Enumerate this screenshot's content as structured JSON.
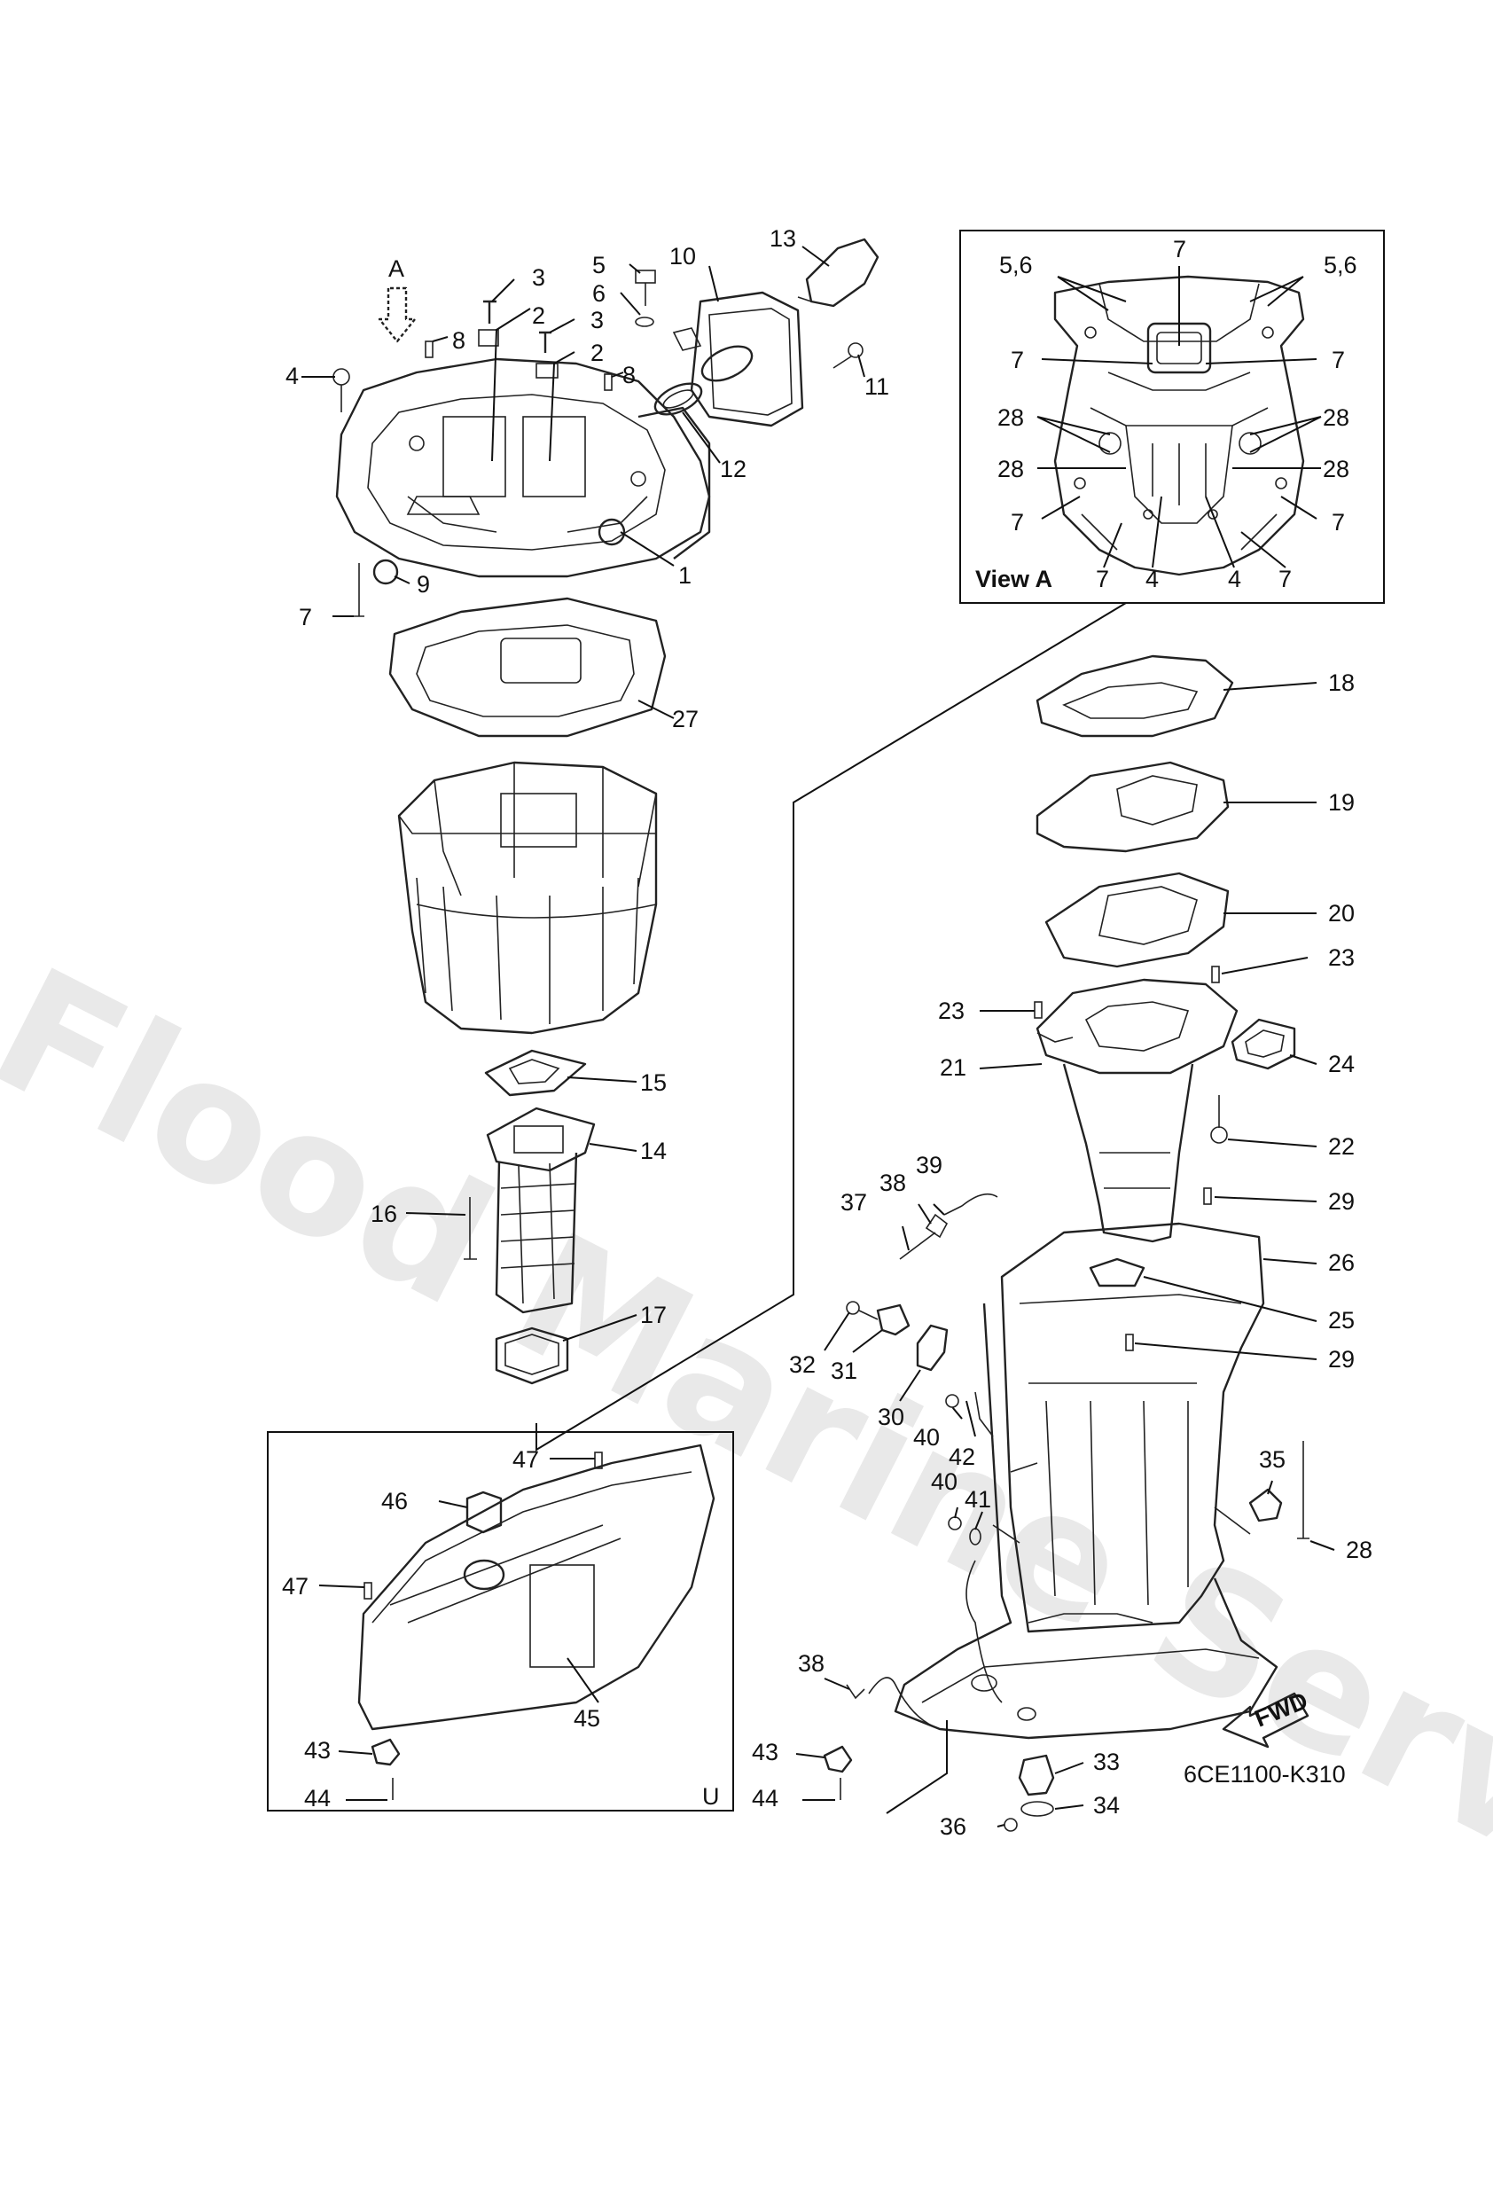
{
  "diagram": {
    "drawing_code": "6CE1100-K310",
    "watermark": "Flood Marine Services",
    "view_a_label": "View A",
    "arrow_a_label": "A",
    "fwd_label": "FWD",
    "box_u_label": "U"
  },
  "callouts": [
    {
      "id": "c1",
      "text": "1"
    },
    {
      "id": "c2a",
      "text": "2"
    },
    {
      "id": "c2b",
      "text": "2"
    },
    {
      "id": "c3a",
      "text": "3"
    },
    {
      "id": "c3b",
      "text": "3"
    },
    {
      "id": "c4",
      "text": "4"
    },
    {
      "id": "c5",
      "text": "5"
    },
    {
      "id": "c6",
      "text": "6"
    },
    {
      "id": "c7",
      "text": "7"
    },
    {
      "id": "c8a",
      "text": "8"
    },
    {
      "id": "c8b",
      "text": "8"
    },
    {
      "id": "c9",
      "text": "9"
    },
    {
      "id": "c10",
      "text": "10"
    },
    {
      "id": "c11",
      "text": "11"
    },
    {
      "id": "c12",
      "text": "12"
    },
    {
      "id": "c13",
      "text": "13"
    },
    {
      "id": "c14",
      "text": "14"
    },
    {
      "id": "c15",
      "text": "15"
    },
    {
      "id": "c16",
      "text": "16"
    },
    {
      "id": "c17",
      "text": "17"
    },
    {
      "id": "c18",
      "text": "18"
    },
    {
      "id": "c19",
      "text": "19"
    },
    {
      "id": "c20",
      "text": "20"
    },
    {
      "id": "c21",
      "text": "21"
    },
    {
      "id": "c22",
      "text": "22"
    },
    {
      "id": "c23a",
      "text": "23"
    },
    {
      "id": "c23b",
      "text": "23"
    },
    {
      "id": "c24",
      "text": "24"
    },
    {
      "id": "c25",
      "text": "25"
    },
    {
      "id": "c26",
      "text": "26"
    },
    {
      "id": "c27",
      "text": "27"
    },
    {
      "id": "c28",
      "text": "28"
    },
    {
      "id": "c29a",
      "text": "29"
    },
    {
      "id": "c29b",
      "text": "29"
    },
    {
      "id": "c30",
      "text": "30"
    },
    {
      "id": "c31",
      "text": "31"
    },
    {
      "id": "c32",
      "text": "32"
    },
    {
      "id": "c33",
      "text": "33"
    },
    {
      "id": "c34",
      "text": "34"
    },
    {
      "id": "c35",
      "text": "35"
    },
    {
      "id": "c36",
      "text": "36"
    },
    {
      "id": "c37",
      "text": "37"
    },
    {
      "id": "c38a",
      "text": "38"
    },
    {
      "id": "c38b",
      "text": "38"
    },
    {
      "id": "c39",
      "text": "39"
    },
    {
      "id": "c40a",
      "text": "40"
    },
    {
      "id": "c40b",
      "text": "40"
    },
    {
      "id": "c41",
      "text": "41"
    },
    {
      "id": "c42",
      "text": "42"
    },
    {
      "id": "c43a",
      "text": "43"
    },
    {
      "id": "c43b",
      "text": "43"
    },
    {
      "id": "c44a",
      "text": "44"
    },
    {
      "id": "c44b",
      "text": "44"
    },
    {
      "id": "c45",
      "text": "45"
    },
    {
      "id": "c46",
      "text": "46"
    },
    {
      "id": "c47a",
      "text": "47"
    },
    {
      "id": "c47b",
      "text": "47"
    }
  ],
  "view_a_callouts": [
    {
      "id": "v56a",
      "text": "5,6"
    },
    {
      "id": "v56b",
      "text": "5,6"
    },
    {
      "id": "v7top",
      "text": "7"
    },
    {
      "id": "v7l1",
      "text": "7"
    },
    {
      "id": "v7r1",
      "text": "7"
    },
    {
      "id": "v28l1",
      "text": "28"
    },
    {
      "id": "v28r1",
      "text": "28"
    },
    {
      "id": "v28l2",
      "text": "28"
    },
    {
      "id": "v28r2",
      "text": "28"
    },
    {
      "id": "v7l2",
      "text": "7"
    },
    {
      "id": "v7r2",
      "text": "7"
    },
    {
      "id": "v7b1",
      "text": "7"
    },
    {
      "id": "v4a",
      "text": "4"
    },
    {
      "id": "v4b",
      "text": "4"
    },
    {
      "id": "v7b2",
      "text": "7"
    }
  ]
}
